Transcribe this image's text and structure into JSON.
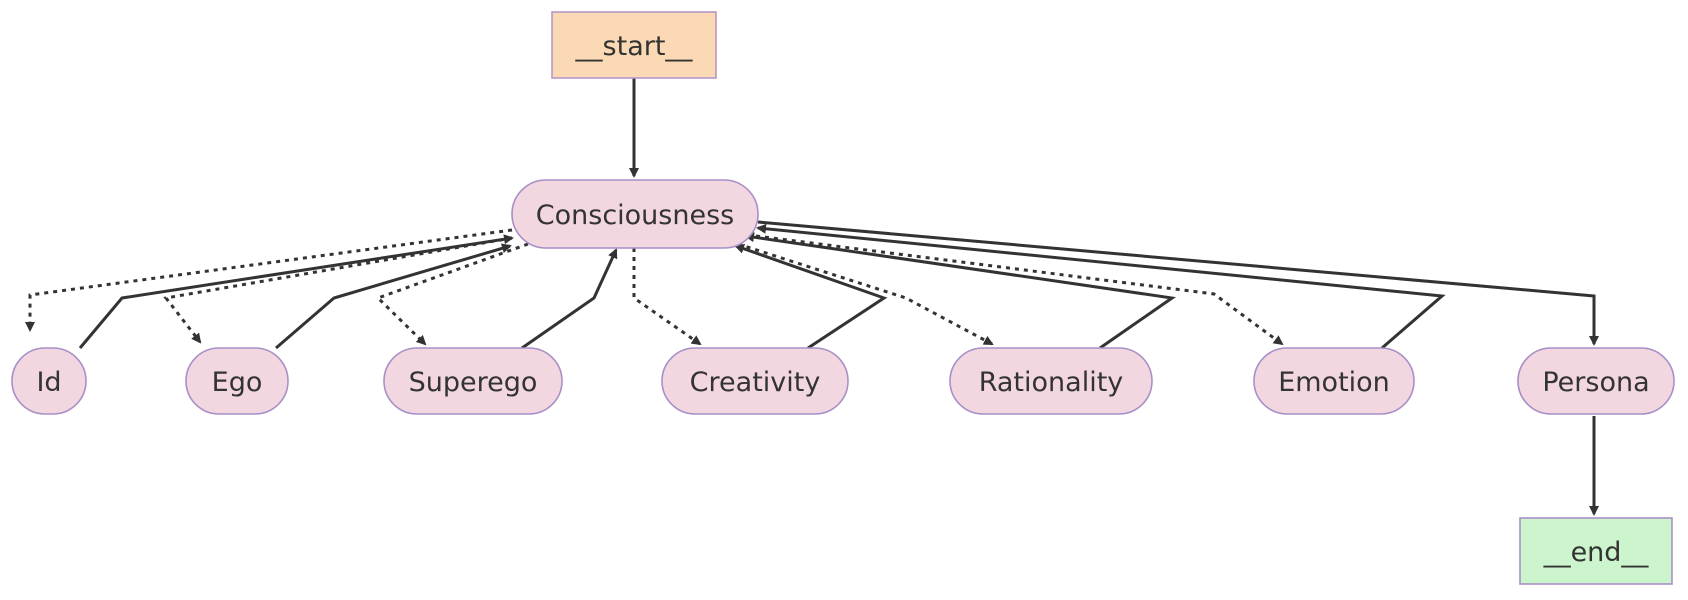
{
  "colors": {
    "start_fill": "#fbd9b5",
    "start_stroke": "#b697c9",
    "node_fill": "#f2d7e0",
    "node_stroke": "#a88fc7",
    "end_fill": "#cdf5cd",
    "end_stroke": "#a88fc7",
    "edge": "#333333"
  },
  "nodes": {
    "start": "__start__",
    "consciousness": "Consciousness",
    "id": "Id",
    "ego": "Ego",
    "superego": "Superego",
    "creativity": "Creativity",
    "rationality": "Rationality",
    "emotion": "Emotion",
    "persona": "Persona",
    "end": "__end__"
  },
  "edges": [
    {
      "from": "start",
      "to": "consciousness",
      "style": "solid"
    },
    {
      "from": "consciousness",
      "to": "id",
      "style": "dotted"
    },
    {
      "from": "consciousness",
      "to": "ego",
      "style": "dotted"
    },
    {
      "from": "consciousness",
      "to": "superego",
      "style": "dotted"
    },
    {
      "from": "consciousness",
      "to": "creativity",
      "style": "dotted"
    },
    {
      "from": "consciousness",
      "to": "rationality",
      "style": "dotted"
    },
    {
      "from": "consciousness",
      "to": "emotion",
      "style": "dotted"
    },
    {
      "from": "consciousness",
      "to": "persona",
      "style": "solid"
    },
    {
      "from": "id",
      "to": "consciousness",
      "style": "solid"
    },
    {
      "from": "ego",
      "to": "consciousness",
      "style": "solid"
    },
    {
      "from": "superego",
      "to": "consciousness",
      "style": "solid"
    },
    {
      "from": "creativity",
      "to": "consciousness",
      "style": "solid"
    },
    {
      "from": "rationality",
      "to": "consciousness",
      "style": "solid"
    },
    {
      "from": "emotion",
      "to": "consciousness",
      "style": "solid"
    },
    {
      "from": "persona",
      "to": "end",
      "style": "solid"
    }
  ]
}
